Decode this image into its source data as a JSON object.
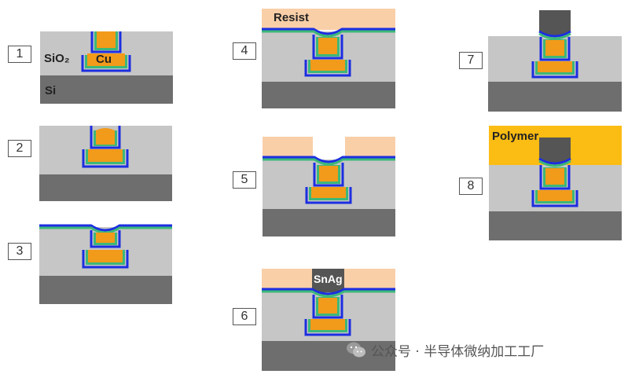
{
  "steps": [
    {
      "number": "1"
    },
    {
      "number": "2"
    },
    {
      "number": "3"
    },
    {
      "number": "4"
    },
    {
      "number": "5"
    },
    {
      "number": "6"
    },
    {
      "number": "7"
    },
    {
      "number": "8"
    }
  ],
  "labels": {
    "sio2": "SiO₂",
    "cu": "Cu",
    "si": "Si",
    "resist": "Resist",
    "snag": "SnAg",
    "polymer": "Polymer"
  },
  "watermark": {
    "text": "公众号 · 半导体微纳加工工厂",
    "icon": "wechat-icon"
  },
  "colors": {
    "oxide": "#c6c6c6",
    "silicon": "#6e6e6e",
    "copper": "#f29a1a",
    "barrier_green": "#3cb879",
    "liner_blue": "#1c2ee0",
    "resist": "#f9cfa8",
    "snag": "#555555",
    "polymer": "#fbbc13"
  }
}
